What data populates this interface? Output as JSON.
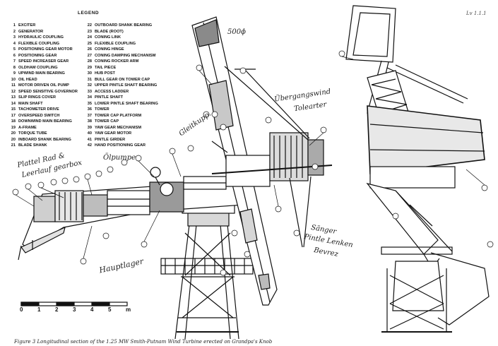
{
  "legend": {
    "title": "LEGEND",
    "col1": [
      {
        "n": "1",
        "label": "EXCITER"
      },
      {
        "n": "2",
        "label": "GENERATOR"
      },
      {
        "n": "3",
        "label": "HYDRAULIC COUPLING"
      },
      {
        "n": "4",
        "label": "FLEXIBLE COUPLING"
      },
      {
        "n": "5",
        "label": "POSITIONING GEAR MOTOR"
      },
      {
        "n": "6",
        "label": "POSITIONING GEAR"
      },
      {
        "n": "7",
        "label": "SPEED INCREASER GEAR"
      },
      {
        "n": "8",
        "label": "OLDHAM COUPLING"
      },
      {
        "n": "9",
        "label": "UPWIND MAIN BEARING"
      },
      {
        "n": "10",
        "label": "OIL HEAD"
      },
      {
        "n": "11",
        "label": "MOTOR DRIVEN OIL PUMP"
      },
      {
        "n": "12",
        "label": "SPEED SENSITIVE GOVERNOR"
      },
      {
        "n": "13",
        "label": "SLIP RINGS COVER"
      },
      {
        "n": "14",
        "label": "MAIN SHAFT"
      },
      {
        "n": "15",
        "label": "TACHOMETER DRIVE"
      },
      {
        "n": "17",
        "label": "OVERSPEED SWITCH"
      },
      {
        "n": "18",
        "label": "DOWNWIND MAIN BEARING"
      },
      {
        "n": "19",
        "label": "A-FRAME"
      },
      {
        "n": "20",
        "label": "TORQUE TUBE"
      },
      {
        "n": "20",
        "label": "INBOARD SHANK BEARING"
      },
      {
        "n": "21",
        "label": "BLADE SHANK"
      }
    ],
    "col2": [
      {
        "n": "22",
        "label": "OUTBOARD SHANK BEARING"
      },
      {
        "n": "23",
        "label": "BLADE (ROOT)"
      },
      {
        "n": "24",
        "label": "CONING LINK"
      },
      {
        "n": "25",
        "label": "FLEXIBLE COUPLING"
      },
      {
        "n": "26",
        "label": "CONING HINGE"
      },
      {
        "n": "27",
        "label": "CONING DAMPING MECHANISM"
      },
      {
        "n": "28",
        "label": "CONING ROCKER ARM"
      },
      {
        "n": "29",
        "label": "TAIL PIECE"
      },
      {
        "n": "30",
        "label": "HUB POST"
      },
      {
        "n": "31",
        "label": "BULL GEAR ON TOWER CAP"
      },
      {
        "n": "32",
        "label": "UPPER PINTLE SHAFT BEARING"
      },
      {
        "n": "33",
        "label": "ACCESS LADDER"
      },
      {
        "n": "34",
        "label": "PINTLE SHAFT"
      },
      {
        "n": "35",
        "label": "LOWER PINTLE SHAFT BEARING"
      },
      {
        "n": "36",
        "label": "TOWER"
      },
      {
        "n": "37",
        "label": "TOWER CAP PLATFORM"
      },
      {
        "n": "38",
        "label": "TOWER CAP"
      },
      {
        "n": "39",
        "label": "YAW GEAR MECHANISM"
      },
      {
        "n": "40",
        "label": "YAW GEAR MOTOR"
      },
      {
        "n": "41",
        "label": "PINTLE GIRDER"
      },
      {
        "n": "42",
        "label": "HAND POSITIONING GEAR"
      }
    ]
  },
  "annotations": {
    "top": "500ϕ",
    "right_1": "Übergangswind",
    "right_2": "Tolearter",
    "center": "Gleitkupp.",
    "pump": "Ölpumpe",
    "left_1": "Plattel Rad &",
    "left_2": "Leerlauf gearbox",
    "bottom_left": "Hauptlager",
    "bottom_right_1": "Sänger",
    "bottom_right_2": "Pintle Lenken",
    "bottom_right_3": "Bevrez"
  },
  "scale": {
    "ticks": [
      "0",
      "1",
      "2",
      "3",
      "4",
      "5"
    ],
    "unit": "m"
  },
  "caption": "Figure 3 Longitudinal section of the 1.25 MW Smith-Putnam Wind Turbine erected on Grandpa's Knob",
  "corner_mark": "Lv 1.1.1",
  "colors": {
    "ink": "#111111",
    "paper": "#ffffff"
  }
}
